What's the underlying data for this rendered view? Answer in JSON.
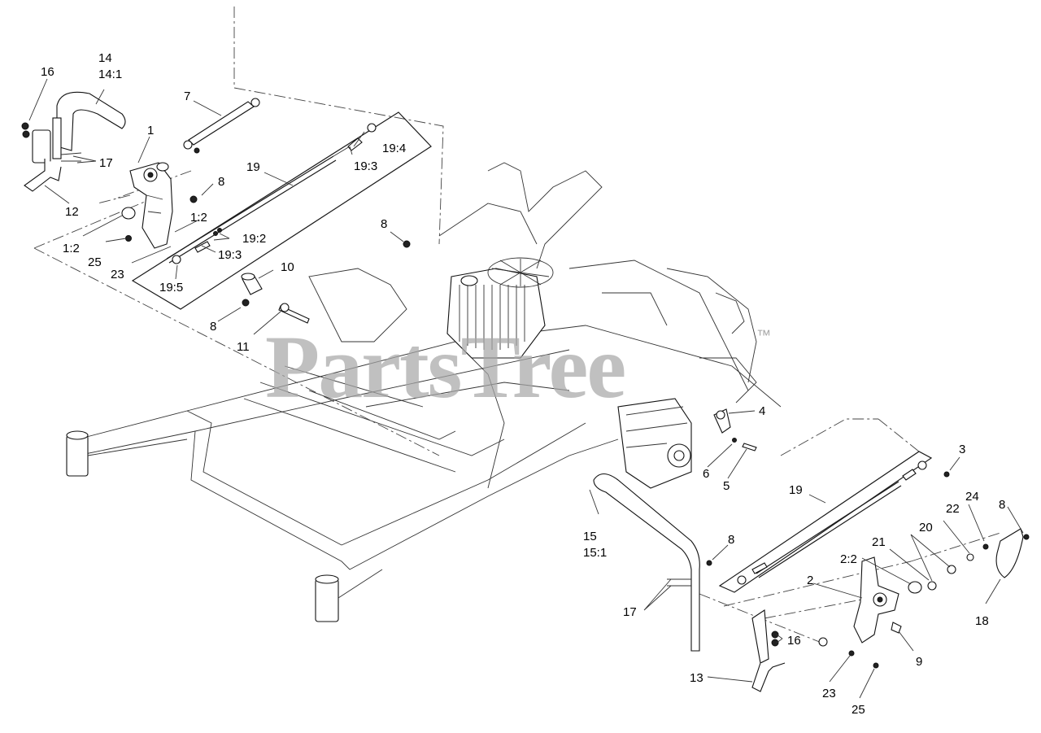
{
  "watermark": {
    "text": "PartsTree",
    "trademark": "™"
  },
  "callouts": [
    {
      "id": "c-16-a",
      "text": "16"
    },
    {
      "id": "c-14",
      "text": "14"
    },
    {
      "id": "c-14-1",
      "text": "14:1"
    },
    {
      "id": "c-7",
      "text": "7"
    },
    {
      "id": "c-1",
      "text": "1"
    },
    {
      "id": "c-17-a",
      "text": "17"
    },
    {
      "id": "c-19-a",
      "text": "19"
    },
    {
      "id": "c-19-4",
      "text": "19:4"
    },
    {
      "id": "c-19-3-a",
      "text": "19:3"
    },
    {
      "id": "c-8-a",
      "text": "8"
    },
    {
      "id": "c-12",
      "text": "12"
    },
    {
      "id": "c-1-2-a",
      "text": "1:2"
    },
    {
      "id": "c-19-2",
      "text": "19:2"
    },
    {
      "id": "c-1-2-b",
      "text": "1:2"
    },
    {
      "id": "c-25-a",
      "text": "25"
    },
    {
      "id": "c-19-3-b",
      "text": "19:3"
    },
    {
      "id": "c-23-a",
      "text": "23"
    },
    {
      "id": "c-10",
      "text": "10"
    },
    {
      "id": "c-19-5",
      "text": "19:5"
    },
    {
      "id": "c-8-b",
      "text": "8"
    },
    {
      "id": "c-11",
      "text": "11"
    },
    {
      "id": "c-8-c",
      "text": "8"
    },
    {
      "id": "c-4",
      "text": "4"
    },
    {
      "id": "c-6",
      "text": "6"
    },
    {
      "id": "c-5",
      "text": "5"
    },
    {
      "id": "c-3",
      "text": "3"
    },
    {
      "id": "c-19-b",
      "text": "19"
    },
    {
      "id": "c-15",
      "text": "15"
    },
    {
      "id": "c-15-1",
      "text": "15:1"
    },
    {
      "id": "c-8-d",
      "text": "8"
    },
    {
      "id": "c-24",
      "text": "24"
    },
    {
      "id": "c-8-e",
      "text": "8"
    },
    {
      "id": "c-22",
      "text": "22"
    },
    {
      "id": "c-20",
      "text": "20"
    },
    {
      "id": "c-21",
      "text": "21"
    },
    {
      "id": "c-2-2",
      "text": "2:2"
    },
    {
      "id": "c-2",
      "text": "2"
    },
    {
      "id": "c-17-b",
      "text": "17"
    },
    {
      "id": "c-18",
      "text": "18"
    },
    {
      "id": "c-16-b",
      "text": "16"
    },
    {
      "id": "c-9",
      "text": "9"
    },
    {
      "id": "c-13",
      "text": "13"
    },
    {
      "id": "c-23-b",
      "text": "23"
    },
    {
      "id": "c-25-b",
      "text": "25"
    }
  ]
}
